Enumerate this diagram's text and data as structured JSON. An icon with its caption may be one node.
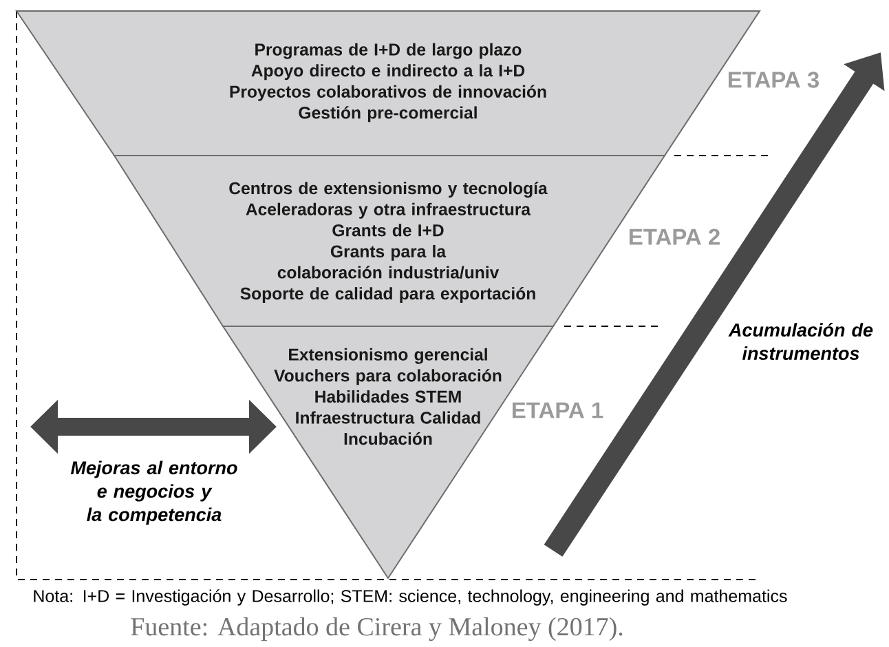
{
  "diagram": {
    "caption": "Fuente: Adaptado de Cirera y Maloney (2017).",
    "nodes": [
      {
        "text": [
          "Programas de I+D de largo plazo",
          "Apoyo directo e indirecto a la I+D",
          "Proyectos colaborativos de innovación",
          "Gestión pre-comercial"
        ],
        "beside": [
          "ETAPA 3"
        ]
      },
      {
        "text": [
          "Centros de extensionismo y tecnología",
          "Aceleradoras y otra infraestructura",
          "Grants de I+D",
          "Grants para la colaboración industria/univ",
          "Soporte de calidad para exportación"
        ],
        "beside": [
          "ETAPA 2"
        ]
      },
      {
        "text": [
          "Extensionismo gerencial",
          "Vouchers para colaboración",
          "Habilidades STEM",
          "Infraestructura Calidad",
          "Incubación"
        ],
        "beside": [
          "ETAPA 1"
        ]
      }
    ],
    "labels": [
      "Acumulación de instrumentos",
      "Mejoras al entorno e negocios y la competencia",
      "Nota: I+D = Investigación y Desarrollo; STEM: science, technology, engineering and mathematics"
    ]
  }
}
